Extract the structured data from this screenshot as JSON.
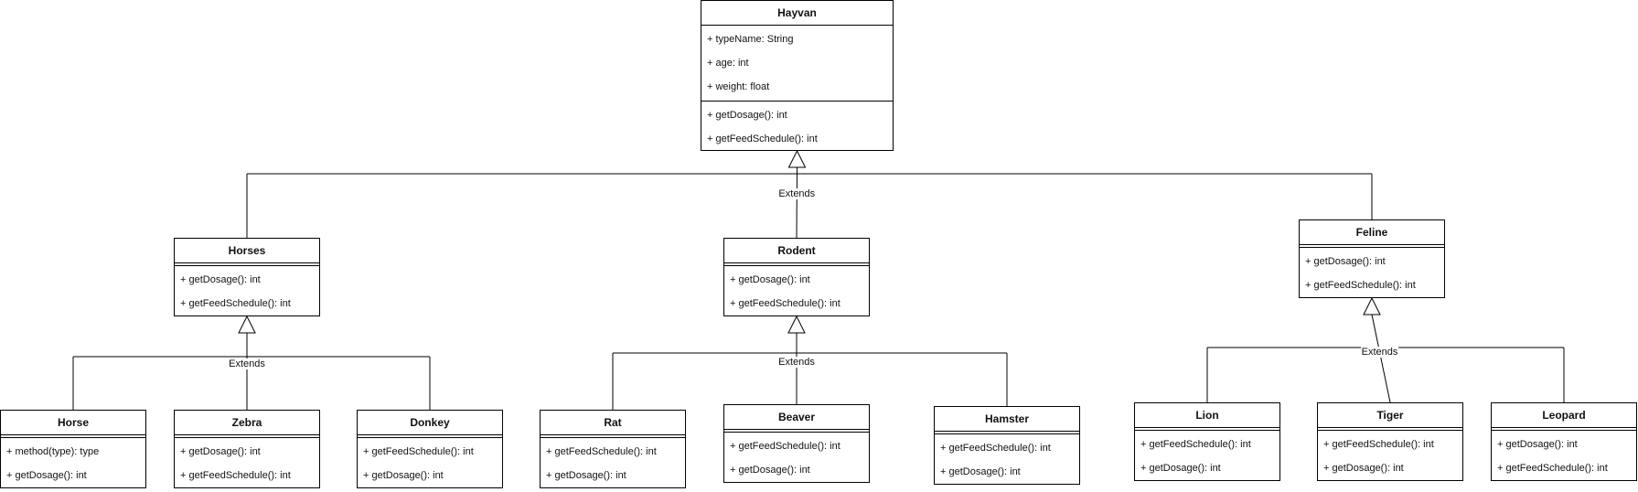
{
  "classes": {
    "hayvan": {
      "name": "Hayvan",
      "attributes": [
        "+ typeName: String",
        "+ age: int",
        "+ weight: float"
      ],
      "methods": [
        "+ getDosage(): int",
        "+ getFeedSchedule(): int"
      ]
    },
    "horses": {
      "name": "Horses",
      "attributes": [],
      "methods": [
        "+ getDosage(): int",
        "+ getFeedSchedule(): int"
      ]
    },
    "rodent": {
      "name": "Rodent",
      "attributes": [],
      "methods": [
        "+ getDosage(): int",
        "+ getFeedSchedule(): int"
      ]
    },
    "feline": {
      "name": "Feline",
      "attributes": [],
      "methods": [
        "+ getDosage(): int",
        "+ getFeedSchedule(): int"
      ]
    },
    "horse": {
      "name": "Horse",
      "attributes": [],
      "methods": [
        "+ method(type): type",
        "+ getDosage(): int"
      ]
    },
    "zebra": {
      "name": "Zebra",
      "attributes": [],
      "methods": [
        "+ getDosage(): int",
        "+ getFeedSchedule(): int"
      ]
    },
    "donkey": {
      "name": "Donkey",
      "attributes": [],
      "methods": [
        "+ getFeedSchedule(): int",
        "+ getDosage(): int"
      ]
    },
    "rat": {
      "name": "Rat",
      "attributes": [],
      "methods": [
        "+ getFeedSchedule(): int",
        "+ getDosage(): int"
      ]
    },
    "beaver": {
      "name": "Beaver",
      "attributes": [],
      "methods": [
        "+ getFeedSchedule(): int",
        "+ getDosage(): int"
      ]
    },
    "hamster": {
      "name": "Hamster",
      "attributes": [],
      "methods": [
        "+ getFeedSchedule(): int",
        "+ getDosage(): int"
      ]
    },
    "lion": {
      "name": "Lion",
      "attributes": [],
      "methods": [
        "+ getFeedSchedule(): int",
        "+ getDosage(): int"
      ]
    },
    "tiger": {
      "name": "Tiger",
      "attributes": [],
      "methods": [
        "+ getFeedSchedule(): int",
        "+ getDosage(): int"
      ]
    },
    "leopard": {
      "name": "Leopard",
      "attributes": [],
      "methods": [
        "+ getDosage(): int",
        "+ getFeedSchedule(): int"
      ]
    }
  },
  "relations": [
    {
      "parent": "hayvan",
      "children": [
        "horses",
        "rodent",
        "feline"
      ],
      "label": "Extends"
    },
    {
      "parent": "horses",
      "children": [
        "horse",
        "zebra",
        "donkey"
      ],
      "label": "Extends"
    },
    {
      "parent": "rodent",
      "children": [
        "rat",
        "beaver",
        "hamster"
      ],
      "label": "Extends"
    },
    {
      "parent": "feline",
      "children": [
        "lion",
        "tiger",
        "leopard"
      ],
      "label": "Extends"
    }
  ]
}
